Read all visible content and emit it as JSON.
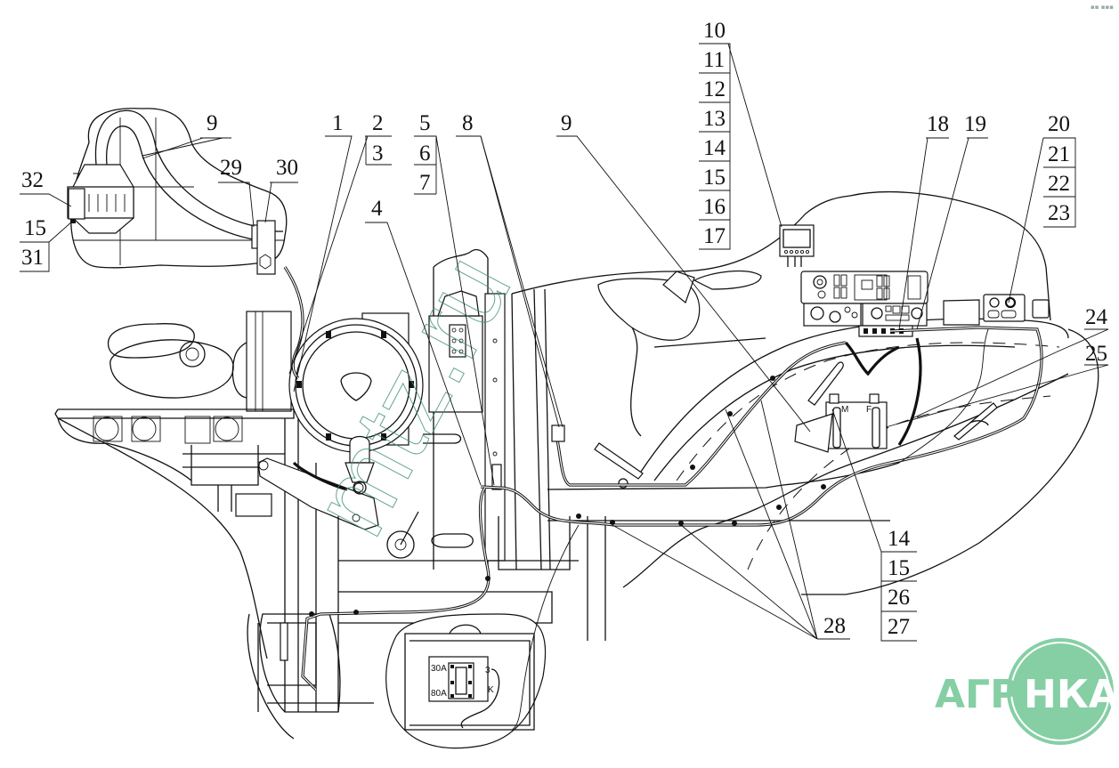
{
  "diagram": {
    "title": "Electrical harness installation (tractor engine & cab)",
    "callouts": {
      "left_inset": [
        "9",
        "29",
        "30",
        "32",
        "15",
        "31"
      ],
      "top_row": [
        "1",
        "2",
        "3",
        "4",
        "5",
        "6",
        "7",
        "8",
        "9"
      ],
      "cab_stack_10_17": [
        "10",
        "11",
        "12",
        "13",
        "14",
        "15",
        "16",
        "17"
      ],
      "dash": [
        "18",
        "19"
      ],
      "right_stack_20_23": [
        "20",
        "21",
        "22",
        "23"
      ],
      "right_side": [
        "24",
        "25"
      ],
      "bottom_stack": [
        "14",
        "15",
        "26",
        "27"
      ],
      "bottom_28": "28"
    },
    "fuse_box_labels": {
      "fuse_30": "30A",
      "fuse_80": "80A",
      "term_3": "3",
      "term_k": "K"
    },
    "relay_labels": {
      "m": "M",
      "f": "F"
    },
    "watermark": "mtz.ru",
    "logo": {
      "text_left": "АГРО",
      "text_right": "НКА",
      "color": "#86cfa5"
    },
    "corner_mark": "▪▪ ▪▪▪"
  }
}
